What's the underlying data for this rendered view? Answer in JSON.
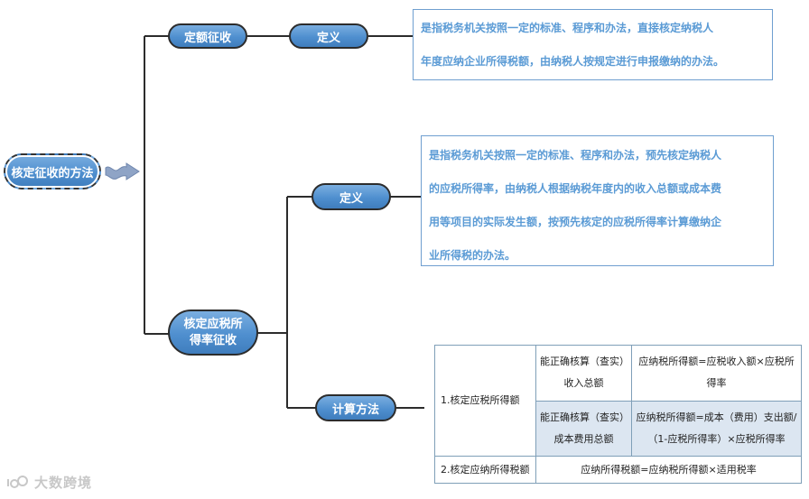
{
  "root": {
    "label": "核定征收的方法"
  },
  "branch_fixed": {
    "label": "定额征收",
    "definition_label": "定义",
    "definition_lines": [
      "是指税务机关按照一定的标准、程序和办法，直接核定纳税人",
      "年度应纳企业所得税额，由纳税人按规定进行申报缴纳的办法。"
    ]
  },
  "branch_rate": {
    "label_lines": [
      "核定应税所",
      "得率征收"
    ],
    "definition_label": "定义",
    "definition_lines": [
      "是指税务机关按照一定的标准、程序和办法，预先核定纳税人",
      "的应税所得率，由纳税人根据纳税年度内的收入总额或成本费",
      "用等项目的实际发生额，按预先核定的应税所得率计算缴纳企",
      "业所得税的办法。"
    ],
    "calc_label": "计算方法",
    "calc_table": {
      "row1_label": "1.核定应税所得额",
      "sub1_condition_lines": [
        "能正确核算（查实）",
        "收入总额"
      ],
      "sub1_formula_lines": [
        "应纳税所得额=应税收入额×应税所",
        "得率"
      ],
      "sub2_condition_lines": [
        "能正确核算（查实）",
        "成本费用总额"
      ],
      "sub2_formula_lines": [
        "应纳税所得额=成本（费用）支出额/",
        "（1-应税所得率）×应税所得率"
      ],
      "row2_label": "2.核定应纳所得税额",
      "row2_formula": "应纳所得税额=应纳税所得额×适用税率"
    }
  },
  "watermark": "大数跨境",
  "colors": {
    "node_fill": "#4f8fcf",
    "text_accent": "#5b9bd5",
    "table_shade": "#dce6f1"
  }
}
